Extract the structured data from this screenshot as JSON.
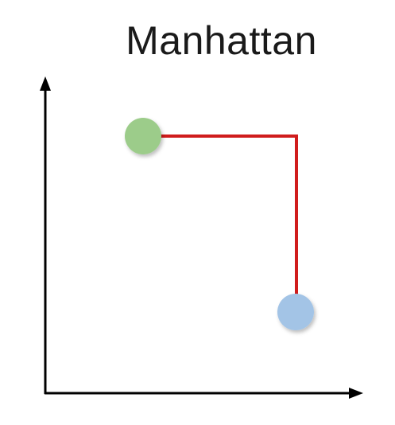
{
  "title": "Manhattan",
  "colors": {
    "path": "#d01c1c",
    "start_point": "#9ccc8a",
    "end_point": "#a3c4e6",
    "axes": "#000000"
  },
  "points": [
    {
      "name": "start-point",
      "icon": "green-circle"
    },
    {
      "name": "end-point",
      "icon": "blue-circle"
    }
  ]
}
